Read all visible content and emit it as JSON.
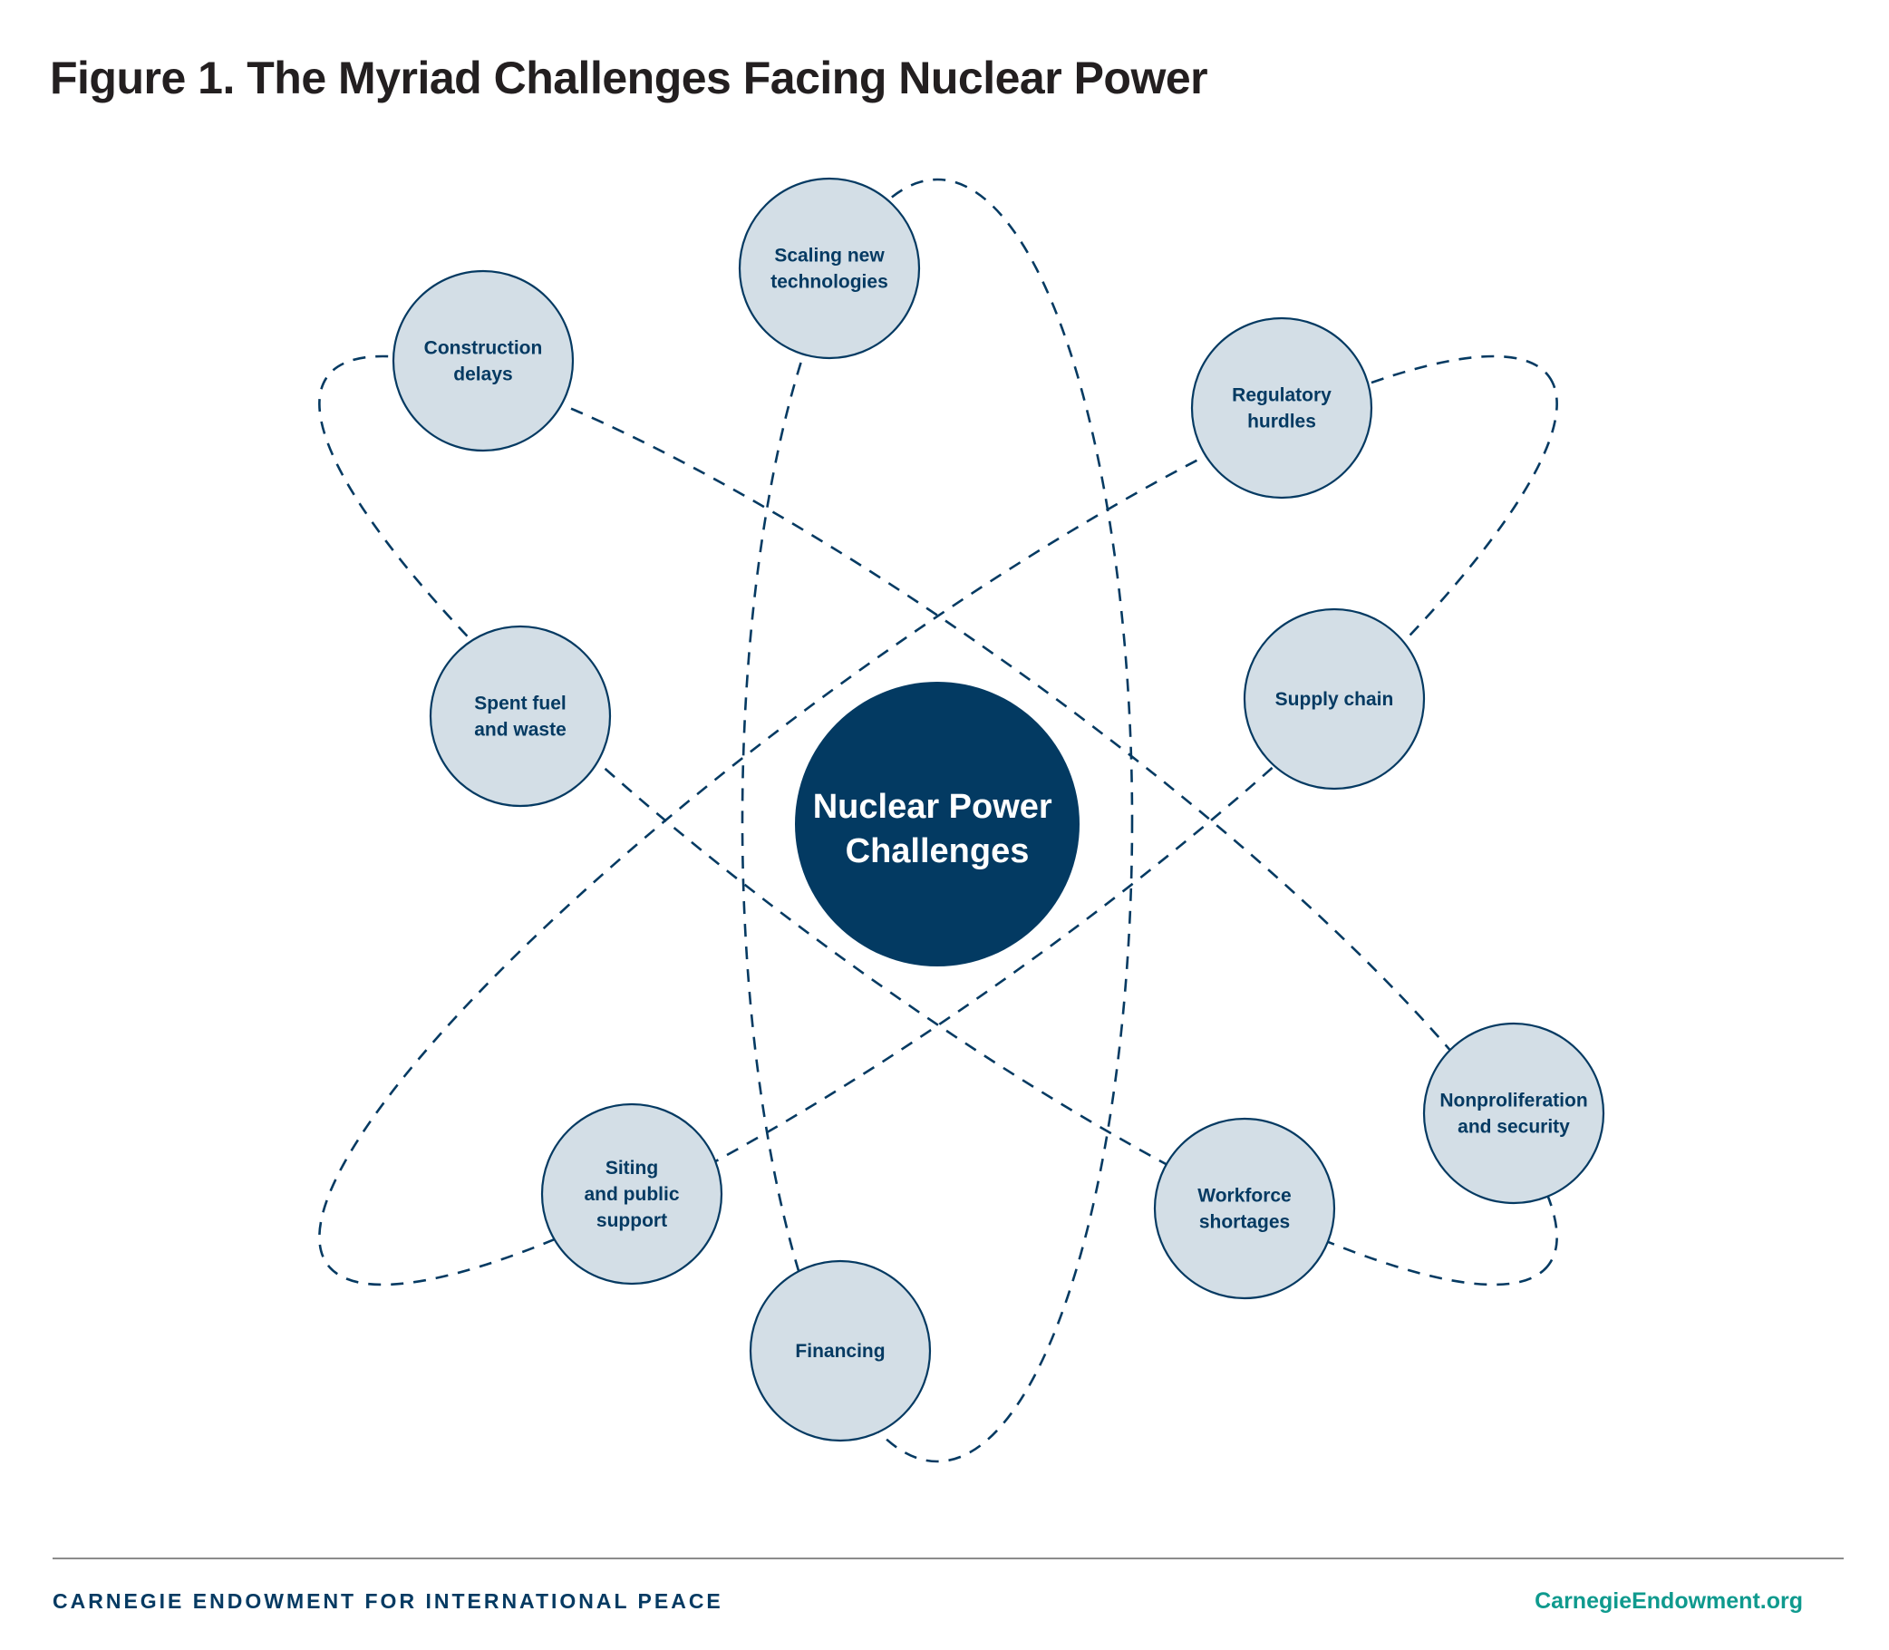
{
  "title": "Figure 1. The Myriad Challenges Facing Nuclear Power",
  "colors": {
    "node_fill": "#d3dee6",
    "node_stroke": "#053a62",
    "hub_fill": "#033a62",
    "orbit_stroke": "#053a62",
    "title_text": "#231f20",
    "footer_org": "#053a62",
    "footer_url": "#0f9a8e",
    "rule": "#8c8c8c"
  },
  "diagram": {
    "type": "atom-orbit concept diagram",
    "hub": {
      "lines": [
        "Nuclear Power",
        "Challenges"
      ]
    },
    "nodes": [
      {
        "id": "scaling-new-technologies",
        "lines": [
          "Scaling new",
          "technologies"
        ]
      },
      {
        "id": "construction-delays",
        "lines": [
          "Construction",
          "delays"
        ]
      },
      {
        "id": "regulatory-hurdles",
        "lines": [
          "Regulatory",
          "hurdles"
        ]
      },
      {
        "id": "spent-fuel-and-waste",
        "lines": [
          "Spent fuel",
          "and waste"
        ]
      },
      {
        "id": "supply-chain",
        "lines": [
          "Supply chain"
        ]
      },
      {
        "id": "siting-and-public-support",
        "lines": [
          "Siting",
          "and public",
          "support"
        ]
      },
      {
        "id": "financing",
        "lines": [
          "Financing"
        ]
      },
      {
        "id": "workforce-shortages",
        "lines": [
          "Workforce",
          "shortages"
        ]
      },
      {
        "id": "nonproliferation-and-security",
        "lines": [
          "Nonproliferation",
          "and security"
        ]
      }
    ],
    "orbits": [
      {
        "id": "orbit-vertical",
        "style": "dashed"
      },
      {
        "id": "orbit-rising-diagonal",
        "style": "dashed"
      },
      {
        "id": "orbit-falling-diagonal",
        "style": "dashed"
      }
    ]
  },
  "footer": {
    "organization": "CARNEGIE ENDOWMENT FOR INTERNATIONAL PEACE",
    "website": "CarnegieEndowment.org"
  }
}
